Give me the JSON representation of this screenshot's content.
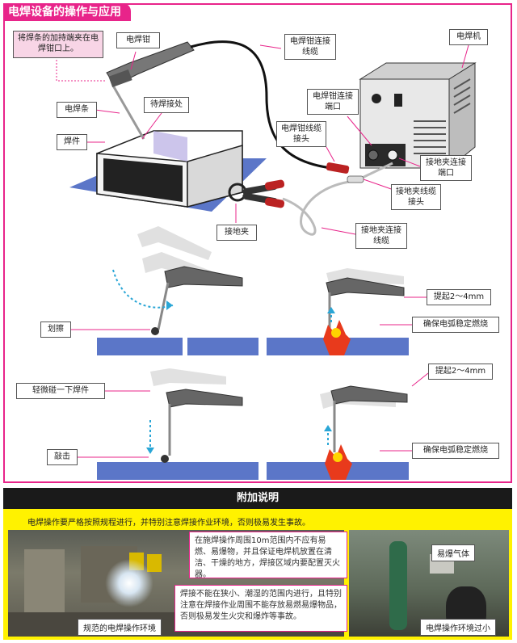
{
  "section_title": "电焊设备的操作与应用",
  "callouts": {
    "clamp_note": "将焊条的加持端夹在电焊钳口上。",
    "holder": "电焊钳",
    "holder_cable": "电焊钳连接线缆",
    "machine": "电焊机",
    "holder_port": "电焊钳连接端口",
    "rod": "电焊条",
    "weld_spot": "待焊接处",
    "workpiece": "焊件",
    "holder_cable_joint": "电焊钳线缆接头",
    "ground_port": "接地夹连接端口",
    "ground_joint": "接地夹线缆接头",
    "ground_clamp": "接地夹",
    "ground_cable": "接地夹连接线缆"
  },
  "steps": {
    "scratch": "划擦",
    "lift1": "提起2～4mm",
    "stable1": "确保电弧稳定燃烧",
    "touch": "轻微碰一下焊件",
    "lift2": "提起2～4mm",
    "tap": "敲击",
    "stable2": "确保电弧稳定燃烧"
  },
  "appendix": {
    "heading": "附加说明",
    "intro": "电焊操作要严格按照规程进行，并特别注意焊接作业环境，否则极易发生事故。",
    "note1": "在施焊操作周围10m范围内不应有易燃、易爆物，并且保证电焊机放置在清洁、干燥的地方，焊接区域内要配置灭火器。",
    "note2": "焊接不能在狭小、潮湿的范围内进行，且特别注意在焊接作业周围不能存放易燃易爆物品，否则极易发生火灾和爆炸等事故。",
    "photo_left_caption": "规范的电焊操作环境",
    "photo_right_label": "易爆气体",
    "photo_right_caption": "电焊操作环境过小"
  },
  "colors": {
    "accent": "#e8248a",
    "plate": "#5b76c8",
    "appendix_bg": "#fff200",
    "arrow": "#2aa6d6"
  }
}
